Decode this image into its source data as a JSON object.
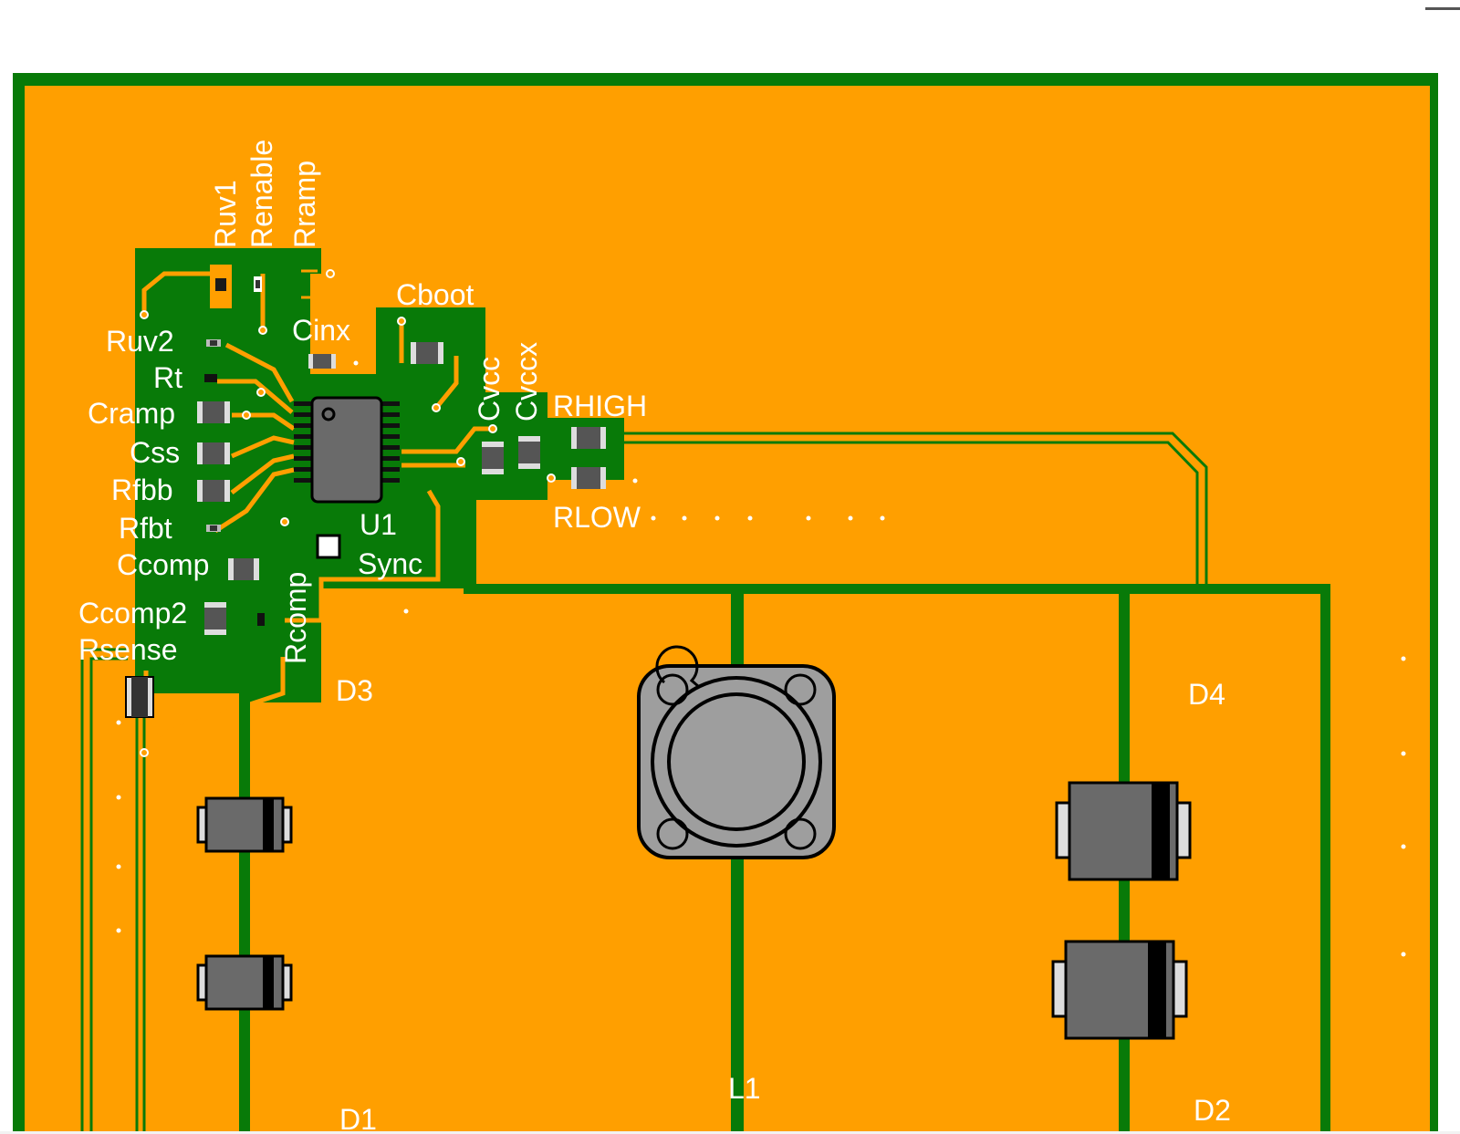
{
  "board": {
    "colors": {
      "copper": "#FF9F00",
      "mask": "#087A08",
      "silkscreen": "#FFFFFF",
      "part_body": "#6A6A6A",
      "inductor_body": "#9E9E9E"
    }
  },
  "labels": {
    "ruv1": "Ruv1",
    "renable": "Renable",
    "rramp": "Rramp",
    "cboot": "Cboot",
    "cinx": "Cinx",
    "ruv2": "Ruv2",
    "rt": "Rt",
    "cramp": "Cramp",
    "css": "Css",
    "rfbb": "Rfbb",
    "rfbt": "Rfbt",
    "ccomp": "Ccomp",
    "ccomp2": "Ccomp2",
    "rsense": "Rsense",
    "rcomp": "Rcomp",
    "u1": "U1",
    "sync": "Sync",
    "cvcc": "Cvcc",
    "cvccx": "Cvccx",
    "rhigh": "RHIGH",
    "rlow": "RLOW",
    "d3": "D3",
    "d4": "D4",
    "d1": "D1",
    "d2": "D2",
    "l1": "L1"
  }
}
